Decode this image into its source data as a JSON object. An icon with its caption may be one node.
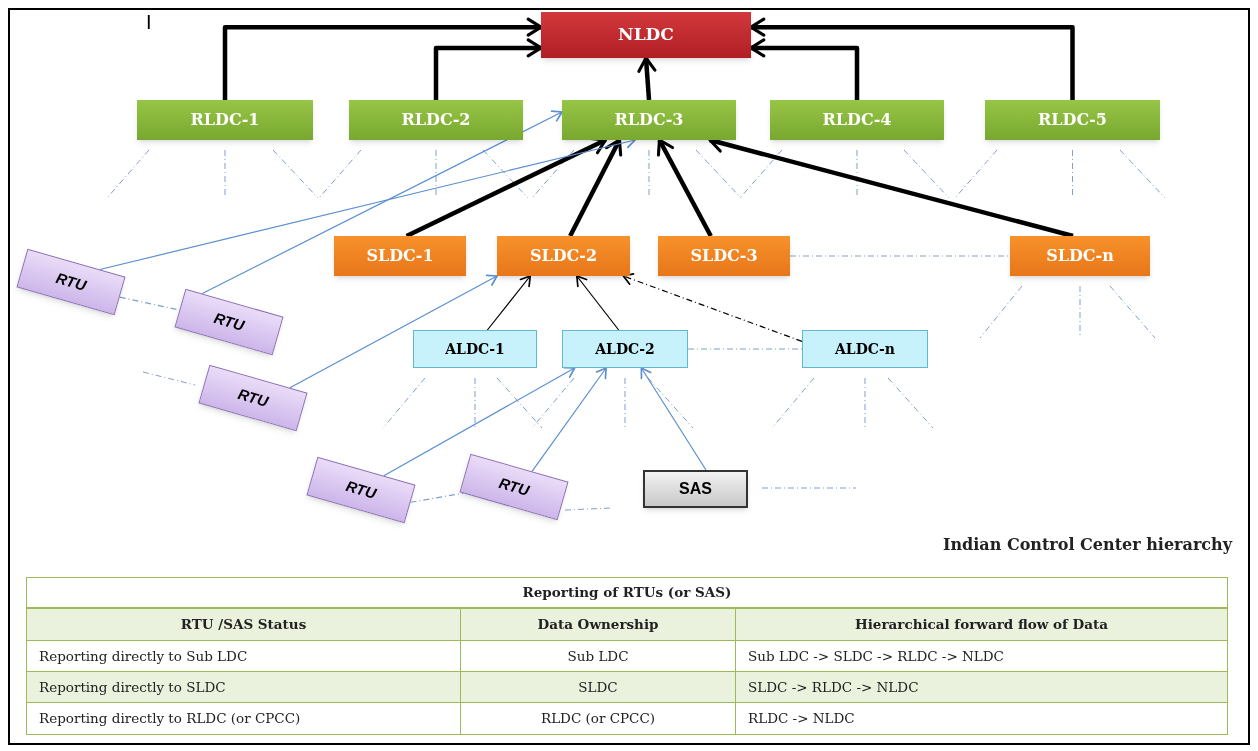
{
  "diagram": {
    "caption": "Indian Control Center hierarchy",
    "nodes": [
      {
        "text": [
          "NLDC"
        ]
      },
      {
        "text": [
          "RLDC-1"
        ]
      },
      {
        "text": [
          "RLDC-2"
        ]
      },
      {
        "text": [
          "RLDC-3"
        ]
      },
      {
        "text": [
          "RLDC-4"
        ]
      },
      {
        "text": [
          "RLDC-5"
        ]
      },
      {
        "text": [
          "SLDC-1"
        ]
      },
      {
        "text": [
          "SLDC-2"
        ]
      },
      {
        "text": [
          "SLDC-3"
        ]
      },
      {
        "text": [
          "SLDC-n"
        ]
      },
      {
        "text": [
          "ALDC-1"
        ]
      },
      {
        "text": [
          "ALDC-2"
        ]
      },
      {
        "text": [
          "ALDC-n"
        ]
      },
      {
        "text": [
          "RTU"
        ]
      },
      {
        "text": [
          "RTU"
        ]
      },
      {
        "text": [
          "RTU"
        ]
      },
      {
        "text": [
          "RTU"
        ]
      },
      {
        "text": [
          "RTU"
        ]
      },
      {
        "text": [
          "SAS"
        ]
      }
    ],
    "edges": [
      {
        "from": 1,
        "to": 0,
        "arrow": "to",
        "style": "thick"
      },
      {
        "from": 2,
        "to": 0,
        "arrow": "to",
        "style": "thick"
      },
      {
        "from": 3,
        "to": 0,
        "arrow": "to",
        "style": "thick"
      },
      {
        "from": 4,
        "to": 0,
        "arrow": "to",
        "style": "thick"
      },
      {
        "from": 5,
        "to": 0,
        "arrow": "to",
        "style": "thick"
      },
      {
        "from": 6,
        "to": 3,
        "arrow": "to",
        "style": "thick"
      },
      {
        "from": 7,
        "to": 3,
        "arrow": "to",
        "style": "thick"
      },
      {
        "from": 8,
        "to": 3,
        "arrow": "to",
        "style": "thick"
      },
      {
        "from": 9,
        "to": 3,
        "arrow": "to",
        "style": "thick"
      },
      {
        "from": 10,
        "to": 7,
        "arrow": "to"
      },
      {
        "from": 11,
        "to": 7,
        "arrow": "to"
      },
      {
        "from": 12,
        "to": 7,
        "arrow": "to",
        "style": "dashed"
      },
      {
        "from": 13,
        "to": 3,
        "arrow": "to",
        "color": "#5b8fd0"
      },
      {
        "from": 14,
        "to": 3,
        "arrow": "to",
        "color": "#5b8fd0"
      },
      {
        "from": 15,
        "to": 7,
        "arrow": "to",
        "color": "#5b8fd0"
      },
      {
        "from": 16,
        "to": 11,
        "arrow": "to",
        "color": "#5b8fd0"
      },
      {
        "from": 17,
        "to": 11,
        "arrow": "to",
        "color": "#5b8fd0"
      },
      {
        "from": 18,
        "to": 11,
        "arrow": "to",
        "color": "#5b8fd0"
      },
      {
        "from": 8,
        "to": 9,
        "arrow": "none",
        "style": "dashed",
        "color": "#7f9fcf"
      },
      {
        "from": 11,
        "to": 12,
        "arrow": "none",
        "style": "dashed",
        "color": "#7f9fcf"
      },
      {
        "from": 13,
        "to": 14,
        "arrow": "none",
        "style": "dashed",
        "color": "#7f9fcf"
      },
      {
        "from": 16,
        "to": 17,
        "arrow": "none",
        "style": "dashed",
        "color": "#7f9fcf"
      }
    ],
    "labels": [
      "I",
      "Reporting of RTUs (or SAS)",
      "RTU /SAS Status",
      "Data Ownership",
      "Hierarchical forward flow of Data",
      "Reporting directly to Sub LDC",
      "Sub LDC",
      "Sub LDC -> SLDC -> RLDC -> NLDC",
      "Reporting directly to SLDC",
      "SLDC",
      "SLDC -> RLDC -> NLDC",
      "Reporting directly to RLDC (or CPCC)",
      "RLDC (or CPCC)",
      "RLDC -> NLDC"
    ]
  }
}
